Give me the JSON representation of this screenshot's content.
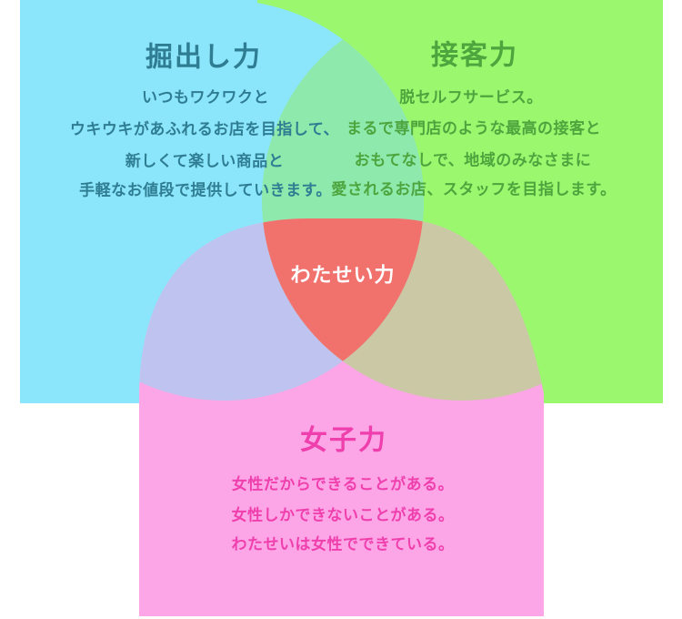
{
  "diagram": {
    "kind": "three-circle-venn-infographic",
    "center_label": "わたせい力",
    "sections": {
      "horidashi": {
        "title": "掘出し力",
        "lines": [
          "いつもワクワクと",
          "ウキウキがあふれるお店を目指して、",
          "新しくて楽しい商品と",
          "手軽なお値段で提供していきます。"
        ]
      },
      "sekkyaku": {
        "title": "接客力",
        "lines": [
          "脱セルフサービス。",
          "まるで専門店のような最高の接客と",
          "おもてなしで、地域のみなさまに",
          "愛されるお店、スタッフを目指します。"
        ]
      },
      "joshi": {
        "title": "女子力",
        "lines": [
          "女性だからできることがある。",
          "女性しかできないことがある。",
          "わたせいは女性でできている。"
        ]
      }
    }
  },
  "colors": {
    "background": "#FFFFFF",
    "blue": "#8CE6FB",
    "green": "#9AF76E",
    "blue_green_overlap": "#8EE9AC",
    "pink": "#FDA6E7",
    "blue_pink_overlap": "#BEC3EF",
    "green_pink_overlap": "#CAC8A5",
    "core_red": "#F1726D",
    "blue_text": "#2F7D92",
    "green_text": "#4DA53E",
    "pink_text": "#EF3FAD",
    "core_text": "#FFFFFF"
  }
}
